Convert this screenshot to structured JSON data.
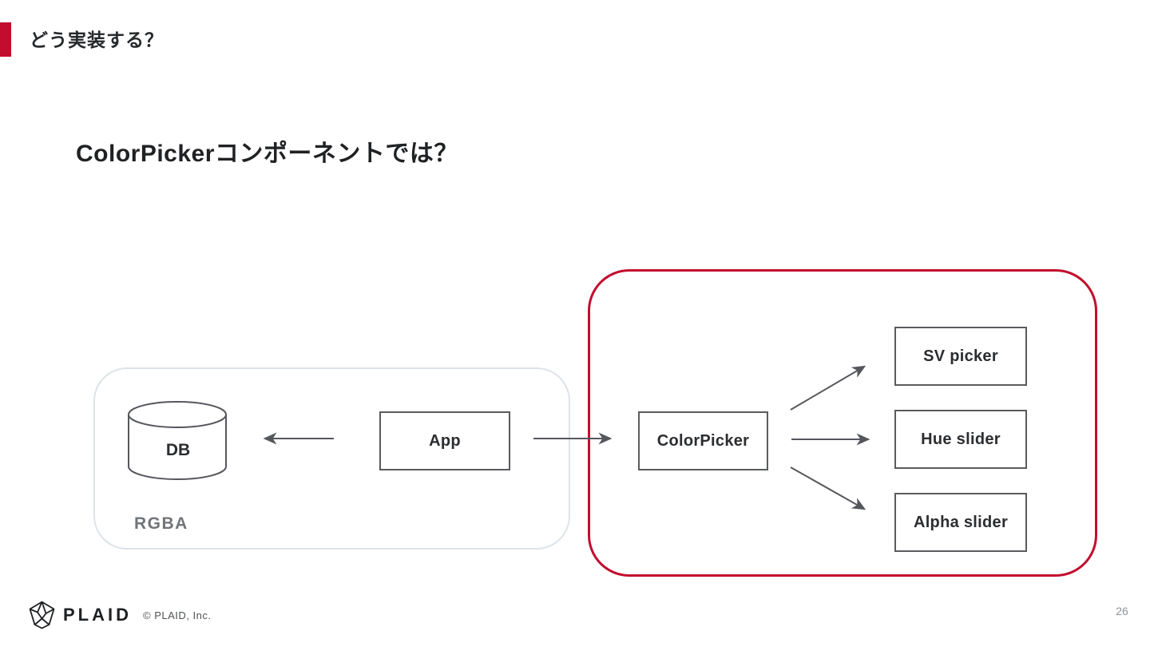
{
  "slide": {
    "kicker": "どう実装する？",
    "heading": "ColorPickerコンポーネントでは？",
    "page_number": "26"
  },
  "diagram": {
    "rgba_group_label": "RGBA",
    "nodes": {
      "db": "DB",
      "app": "App",
      "colorpicker": "ColorPicker",
      "sv_picker": "SV picker",
      "hue_slider": "Hue slider",
      "alpha_slider": "Alpha slider"
    },
    "colors": {
      "accent_red": "#C30D2E",
      "group_border_gray": "#DDE3E9",
      "node_border_gray": "#595B5E",
      "arrow_gray": "#55575C",
      "muted_label_gray": "#717478"
    }
  },
  "footer": {
    "logo_text": "PLAID",
    "copyright": "© PLAID, Inc."
  }
}
